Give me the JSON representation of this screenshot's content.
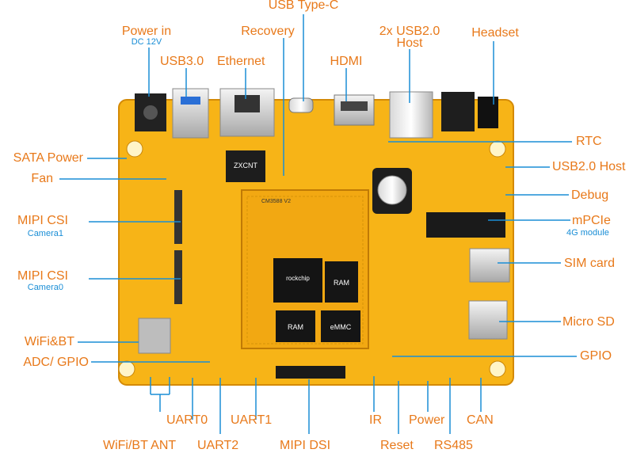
{
  "labels": {
    "usb_type_c": "USB Type-C",
    "power_in": "Power in",
    "power_in_sub": "DC 12V",
    "recovery": "Recovery",
    "usb2_host_2x_line1": "2x USB2.0",
    "usb2_host_2x_line2": "Host",
    "headset": "Headset",
    "usb30": "USB3.0",
    "ethernet": "Ethernet",
    "hdmi": "HDMI",
    "rtc": "RTC",
    "sata_power": "SATA Power",
    "usb20_host": "USB2.0 Host",
    "fan": "Fan",
    "debug": "Debug",
    "mipi_csi_1": "MIPI CSI",
    "camera1": "Camera1",
    "mpcie": "mPCIe",
    "mpcie_sub": "4G module",
    "sim_card": "SIM card",
    "mipi_csi_0": "MIPI CSI",
    "camera0": "Camera0",
    "micro_sd": "Micro SD",
    "wifi_bt": "WiFi&BT",
    "adc_gpio": "ADC/ GPIO",
    "gpio": "GPIO",
    "uart0": "UART0",
    "uart1": "UART1",
    "ir": "IR",
    "power": "Power",
    "can": "CAN",
    "wifi_bt_ant": "WiFi/BT ANT",
    "uart2": "UART2",
    "mipi_dsi": "MIPI DSI",
    "reset": "Reset",
    "rs485": "RS485"
  },
  "board_text": {
    "eth_chip": "ZXCNT",
    "soc": "rockchip",
    "ram_1": "RAM",
    "ram_2": "RAM",
    "emmc": "eMMC",
    "som_label": "CM3588 V2"
  },
  "colors": {
    "label_orange": "#e8791a",
    "sub_blue": "#1a8ed6",
    "line_blue": "#1a8ed6",
    "pcb_yellow": "#f7b417",
    "pcb_dark_yellow": "#e59b0c"
  }
}
